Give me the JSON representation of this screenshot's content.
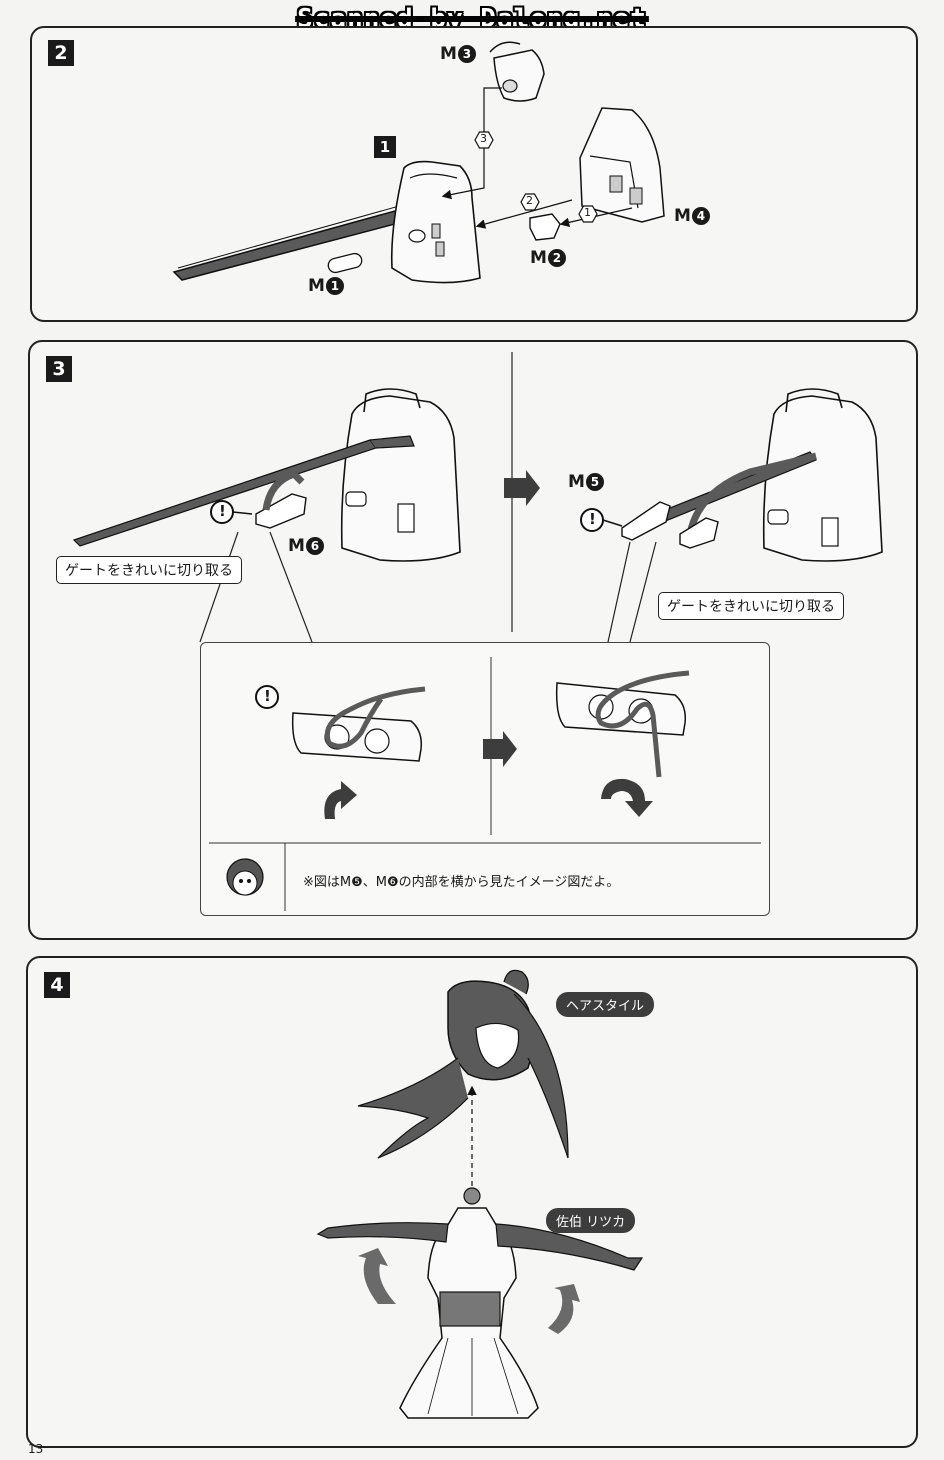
{
  "watermark": "Scanned by Dalong.net",
  "page_number": "13",
  "step2": {
    "number": "2",
    "sub_number": "1",
    "labels": {
      "m1": "M",
      "m1_num": "1",
      "m2": "M",
      "m2_num": "2",
      "m3": "M",
      "m3_num": "3",
      "m4": "M",
      "m4_num": "4"
    },
    "order": [
      "1",
      "2",
      "3"
    ]
  },
  "step3": {
    "number": "3",
    "m5": "M",
    "m5_num": "5",
    "m6": "M",
    "m6_num": "6",
    "callout_left": "ゲートをきれいに切り取る",
    "callout_right": "ゲートをきれいに切り取る",
    "warning": "!",
    "note": "※図はM❺、M❻の内部を横から見たイメージ図だよ。"
  },
  "step4": {
    "number": "4",
    "tag_hair": "ヘアスタイル",
    "tag_body": "佐伯 リツカ"
  }
}
